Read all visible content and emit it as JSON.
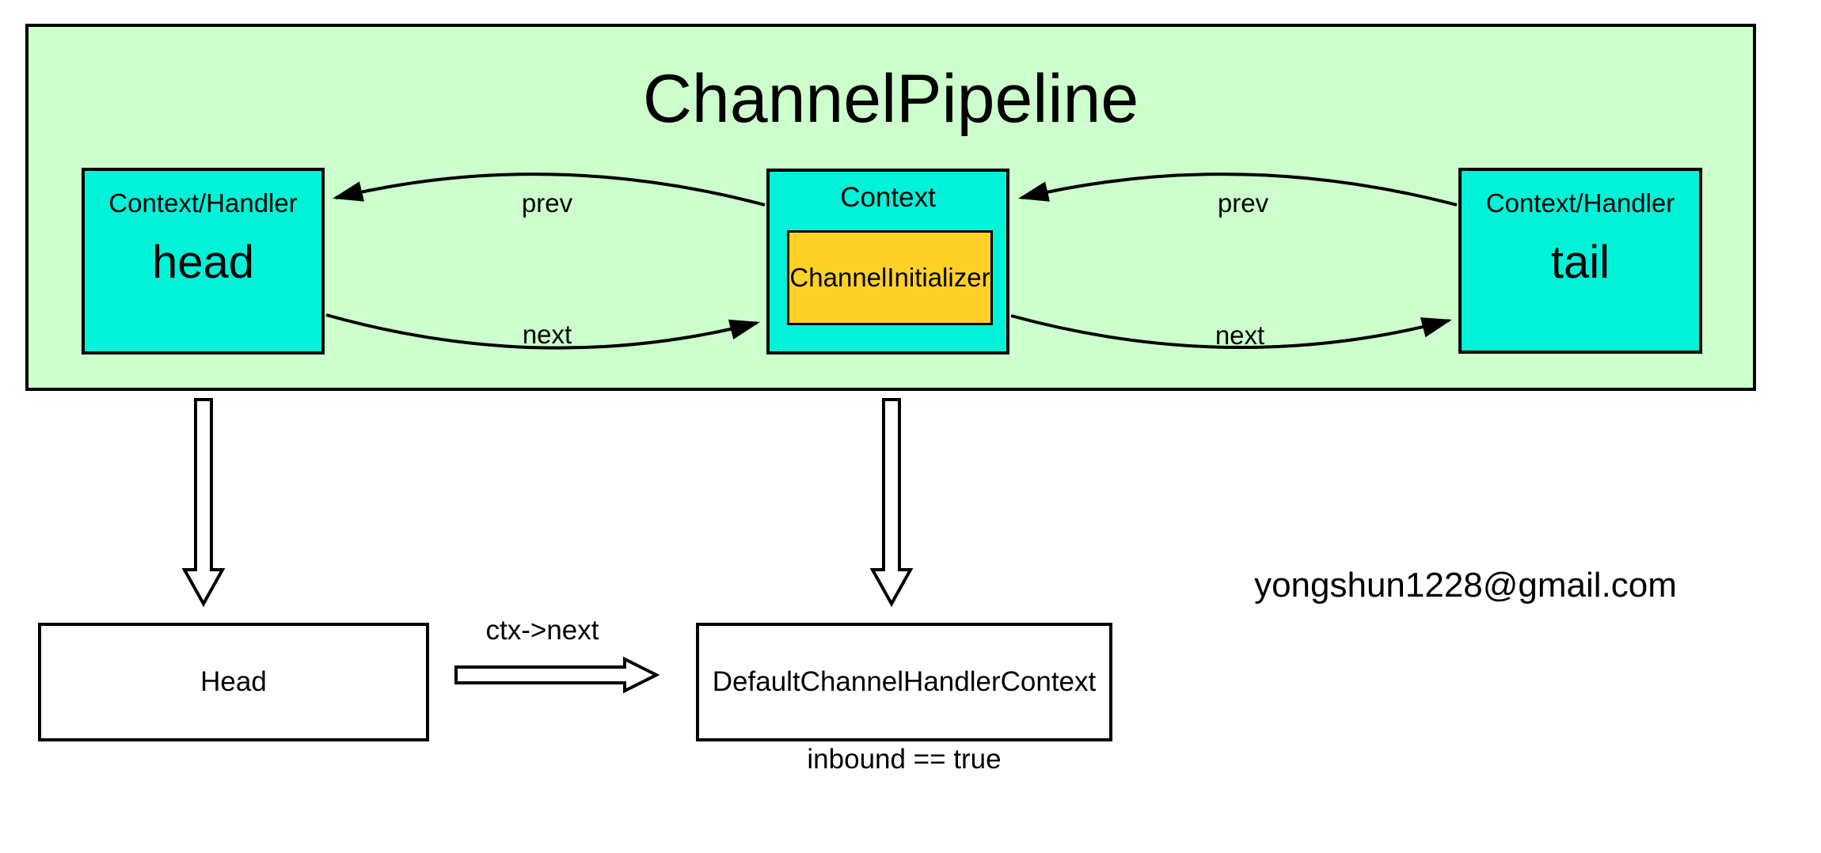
{
  "title": "ChannelPipeline",
  "email_watermark": "yongshun1228@gmail.com",
  "nodes": {
    "head": {
      "type_label": "Context/Handler",
      "name": "head"
    },
    "context": {
      "type_label": "Context",
      "initializer": "ChannelInitializer"
    },
    "tail": {
      "type_label": "Context/Handler",
      "name": "tail"
    }
  },
  "edge_labels": {
    "left_prev": "prev",
    "left_next": "next",
    "right_prev": "prev",
    "right_next": "next"
  },
  "bottom": {
    "head_box": "Head",
    "context_box": "DefaultChannelHandlerContext",
    "arrow_label": "ctx->next",
    "condition": "inbound == true"
  },
  "colors": {
    "pipeline_bg": "#CCFFCC",
    "node_fill": "#00F2D8",
    "initializer_fill": "#FFD126",
    "line": "#000000",
    "box_bg": "#FFFFFF"
  }
}
